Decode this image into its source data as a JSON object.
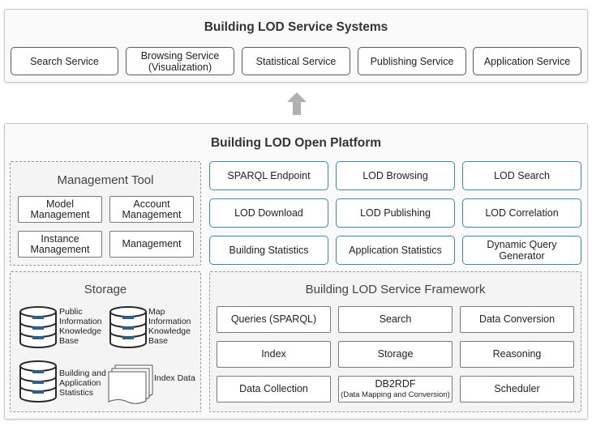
{
  "services": {
    "title": "Building LOD Service Systems",
    "items": [
      "Search Service",
      "Browsing Service\n(Visualization)",
      "Statistical Service",
      "Publishing Service",
      "Application Service"
    ]
  },
  "platform": {
    "title": "Building LOD Open Platform",
    "management": {
      "title": "Management Tool",
      "items": [
        "Model\nManagement",
        "Account\nManagement",
        "Instance\nManagement",
        "Management"
      ]
    },
    "services": [
      "SPARQL Endpoint",
      "LOD Browsing",
      "LOD Search",
      "LOD Download",
      "LOD Publishing",
      "LOD Correlation",
      "Building Statistics",
      "Application Statistics",
      "Dynamic Query Generator"
    ],
    "storage": {
      "title": "Storage",
      "items": [
        "Public\nInformation\nKnowledge\nBase",
        "Map\nInformation\nKnowledge\nBase",
        "Building and\nApplication\nStatistics",
        "Index Data"
      ]
    },
    "framework": {
      "title": "Building LOD Service Framework",
      "items": [
        "Queries (SPARQL)",
        "Search",
        "Data Conversion",
        "Index",
        "Storage",
        "Reasoning",
        "Data Collection",
        "DB2RDF",
        "Scheduler"
      ],
      "db2rdf_sub": "(Data Mapping and Conversion)"
    }
  },
  "colors": {
    "teal": "#3b8ba6",
    "db_blue": "#2d5f8a",
    "arrow": "#b0b0b0"
  }
}
